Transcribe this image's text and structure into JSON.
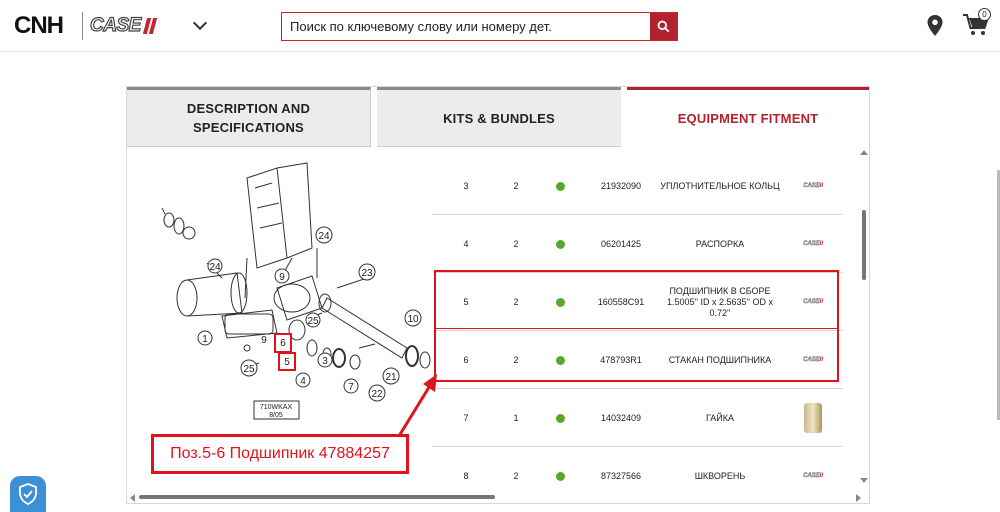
{
  "header": {
    "brand_cnh": "CNH",
    "brand_case": "CASE",
    "search_placeholder": "Поиск по ключевому слову или номеру дет.",
    "cart_count": "0"
  },
  "tabs": [
    {
      "line1": "DESCRIPTION AND",
      "line2": "SPECIFICATIONS"
    },
    {
      "label": "KITS & BUNDLES"
    },
    {
      "label": "EQUIPMENT FITMENT"
    }
  ],
  "diagram": {
    "labels": [
      "24",
      "9",
      "23",
      "24",
      "10",
      "25",
      "1",
      "6",
      "5",
      "4",
      "3",
      "7",
      "21",
      "22",
      "25",
      "9"
    ],
    "caption_line1": "710WKAX",
    "caption_line2": "8/05"
  },
  "rows": [
    {
      "pos": "3",
      "qty": "2",
      "part": "21932090",
      "desc": "УПЛОТНИТЕЛЬНОЕ КОЛЬЦ",
      "img": "case-logo"
    },
    {
      "pos": "4",
      "qty": "2",
      "part": "06201425",
      "desc": "РАСПОРКА",
      "img": "case-logo"
    },
    {
      "pos": "5",
      "qty": "2",
      "part": "160558C91",
      "desc": "ПОДШИПНИК В СБОРЕ 1.5005'' ID x 2.5635'' OD x 0.72''",
      "img": "case-logo"
    },
    {
      "pos": "6",
      "qty": "2",
      "part": "478793R1",
      "desc": "СТАКАН ПОДШИПНИКА",
      "img": "case-logo"
    },
    {
      "pos": "7",
      "qty": "1",
      "part": "14032409",
      "desc": "ГАЙКА",
      "img": "nut-photo"
    },
    {
      "pos": "8",
      "qty": "2",
      "part": "87327566",
      "desc": "ШКВОРЕНЬ",
      "img": "case-logo"
    }
  ],
  "annotation": "Поз.5-6 Подшипник 47884257",
  "colors": {
    "accent": "#b0232e",
    "highlight": "#e0121b",
    "status_dot": "#5aa82a"
  }
}
